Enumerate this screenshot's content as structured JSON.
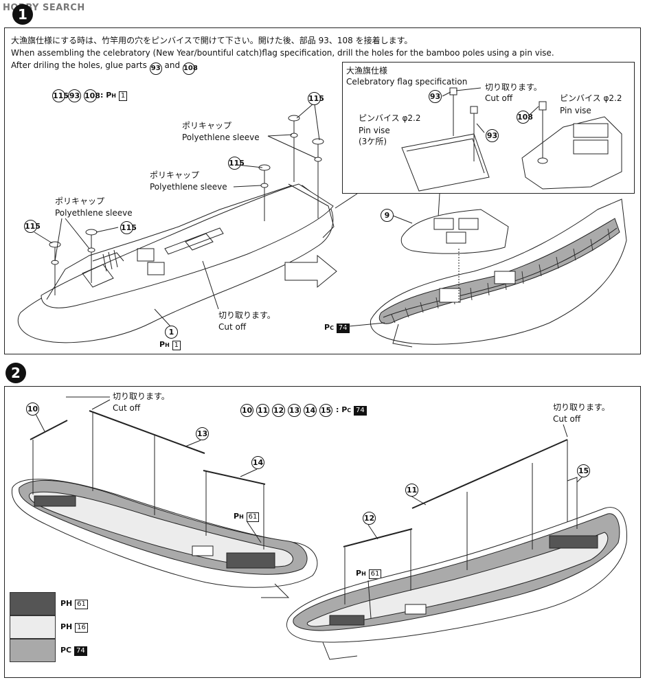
{
  "logo": "HOBBY SEARCH",
  "step1": {
    "number": "1",
    "instr_jp": "大漁旗仕様にする時は、竹竿用の穴をピンバイスで開けて下さい。開けた後、部品 93、108 を接着します。",
    "instr_en_1": "When assembling the celebratory (New Year/bountiful catch)flag specification, drill the holes for the bamboo poles using a pin vise.",
    "instr_en_2a": "After driling the holes, glue parts",
    "instr_en_2b": "and",
    "parts_list": [
      "115",
      "93",
      "108"
    ],
    "parts_paint": "PH 1",
    "polycap_jp": "ポリキャップ",
    "polycap_en": "Polyethlene sleeve",
    "part_115": "115",
    "part_1": "1",
    "part_9": "9",
    "part_93": "93",
    "part_108": "108",
    "cutoff_jp": "切り取ります。",
    "cutoff_en": "Cut off",
    "hull_paint": "PH 1",
    "deck_paint": "PC 74",
    "inset": {
      "title_jp": "大漁旗仕様",
      "title_en": "Celebratory flag specification",
      "cutoff_jp": "切り取ります。",
      "cutoff_en": "Cut off",
      "pinvise_jp": "ピンバイス φ2.2",
      "pinvise_en": "Pin vise",
      "count": "(3ケ所)"
    }
  },
  "step2": {
    "number": "2",
    "parts_list": [
      "10",
      "11",
      "12",
      "13",
      "14",
      "15"
    ],
    "parts_paint": "PC 74",
    "cutoff_jp": "切り取ります。",
    "cutoff_en": "Cut off",
    "labels": [
      "10",
      "11",
      "12",
      "13",
      "14",
      "15"
    ],
    "paint_ph61": "PH 61",
    "legend": [
      {
        "code": "PH",
        "num": "61",
        "color": "#555555"
      },
      {
        "code": "PH",
        "num": "16",
        "color": "#ececec"
      },
      {
        "code": "PC",
        "num": "74",
        "color": "#a9a9a9"
      }
    ]
  }
}
